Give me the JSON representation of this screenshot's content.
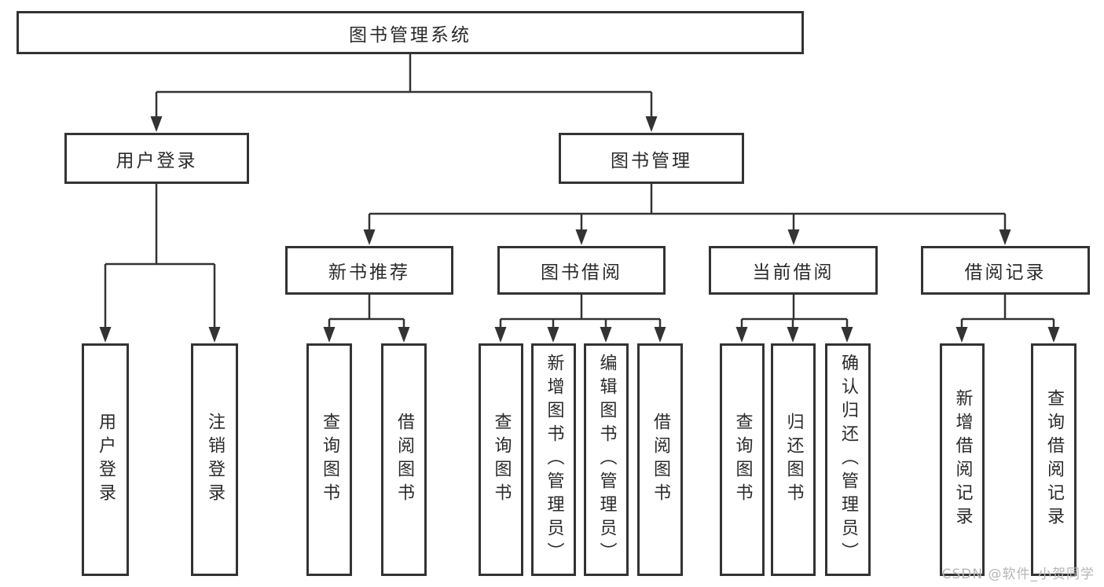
{
  "diagram": {
    "title": "图书管理系统",
    "level2": {
      "login": "用户登录",
      "mgmt": "图书管理"
    },
    "level3": {
      "new_books": "新书推荐",
      "borrow": "图书借阅",
      "current": "当前借阅",
      "records": "借阅记录"
    },
    "leaves": {
      "login": [
        "用户登录",
        "注销登录"
      ],
      "new_books": [
        "查询图书",
        "借阅图书"
      ],
      "borrow": [
        "查询图书",
        "新增图书（管理员）",
        "编辑图书（管理员）",
        "借阅图书"
      ],
      "current": [
        "查询图书",
        "归还图书",
        "确认归还（管理员）"
      ],
      "records": [
        "新增借阅记录",
        "查询借阅记录"
      ]
    }
  },
  "watermark": {
    "text": "CSDN @软件_小贺同学",
    "color": "#b5b5b5"
  },
  "colors": {
    "line": "#333333",
    "box_border": "#333333",
    "text": "#2a2a2a",
    "background": "#ffffff"
  }
}
